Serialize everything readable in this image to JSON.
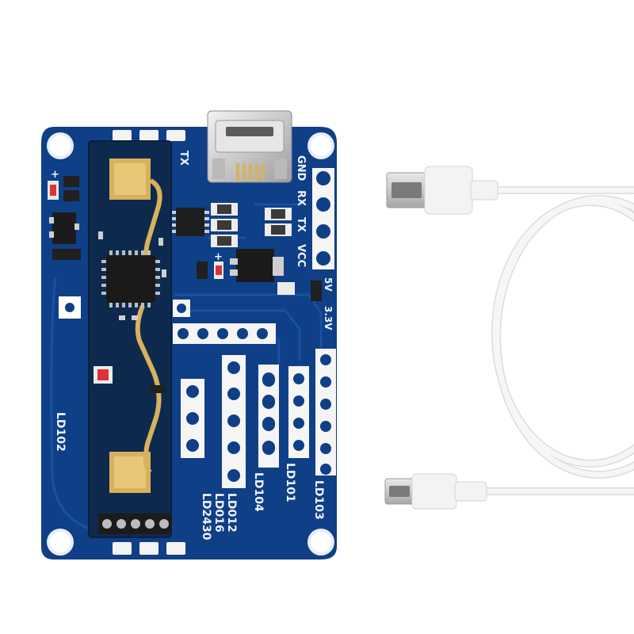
{
  "board": {
    "labels": {
      "tx": "TX",
      "gnd": "GND",
      "rx": "RX",
      "tx2": "TX",
      "vcc": "VCC",
      "v5": "5V",
      "v33": "3.3V",
      "ld102": "LD102",
      "ld101": "LD101",
      "ld103": "LD103",
      "ld104": "LD104",
      "ld012": "LD012",
      "ld016": "LD016",
      "ld2430": "LD2430",
      "plus_left": "+",
      "plus_mid": "+"
    }
  },
  "colors": {
    "pcb": "#0f3f86",
    "pcb_dark": "#0a2f69",
    "radar_module": "#0d2a4e",
    "gold": "#d9b15c",
    "silkscreen": "#eef4ff",
    "cable": "#f4f4f4"
  }
}
